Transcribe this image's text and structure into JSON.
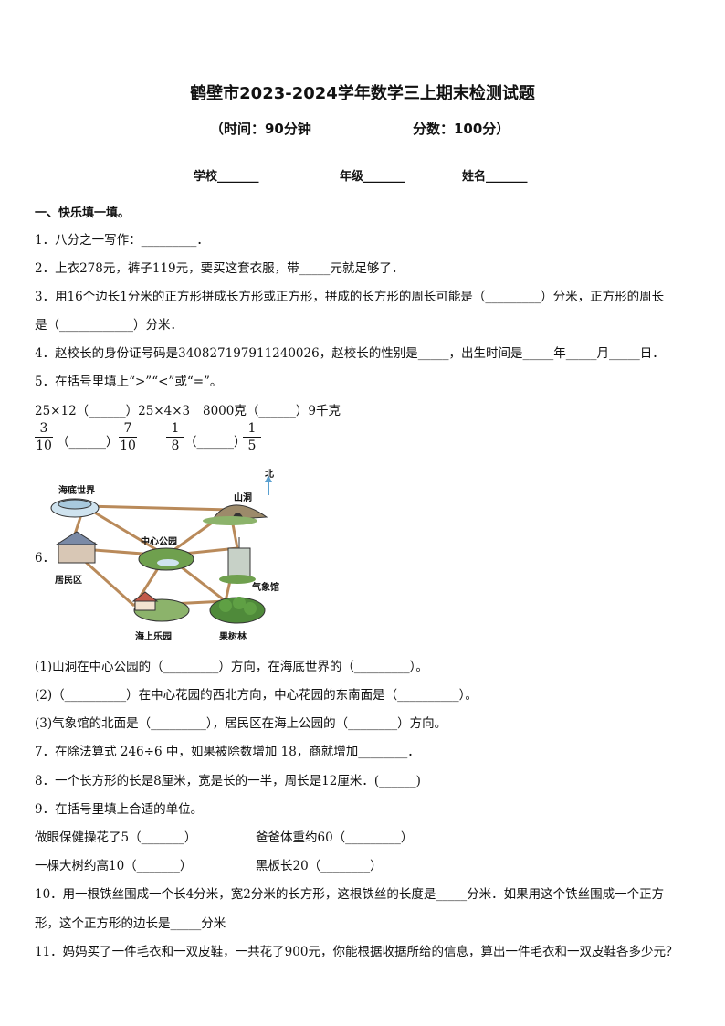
{
  "header": {
    "title": "鹤壁市2023-2024学年数学三上期末检测试题",
    "time": "（时间：90分钟",
    "score": "分数：100分）",
    "school": "学校_______",
    "grade": "年级_______",
    "name": "姓名_______"
  },
  "section1": "一、快乐填一填。",
  "questions": {
    "q1": "1．八分之一写作：_________．",
    "q2": "2．上衣278元，裤子119元，要买这套衣服，带_____元就足够了．",
    "q3a": "3．用16个边长1分米的正方形拼成长方形或正方形，拼成的长方形的周长可能是（_________）分米，正方形的周长",
    "q3b": "是（____________）分米．",
    "q4": "4．赵校长的身份证号码是340827197911240026，赵校长的性别是_____，出生时间是_____年_____月_____日．",
    "q5": "5．在括号里填上“>”“<”或“=”。",
    "q5_row1a": "25×12（______）25×4×3",
    "q5_row1b": "8000克（______）9千克",
    "q5_frac1_num": "3",
    "q5_frac1_den": "10",
    "q5_frac2_num": "7",
    "q5_frac2_den": "10",
    "q5_frac3_num": "1",
    "q5_frac3_den": "8",
    "q5_frac4_num": "1",
    "q5_frac4_den": "5",
    "q5_blank": "（______）",
    "q6": "6．",
    "q6_1": "(1)山洞在中心公园的（_________）方向，在海底世界的（_________）。",
    "q6_2": "(2)（__________）在中心花园的西北方向，中心花园的东南面是（__________）。",
    "q6_3": "(3)气象馆的北面是（_________），居民区在海上公园的（________）方向。",
    "q7": "7．在除法算式 246÷6 中，如果被除数增加 18，商就增加________．",
    "q8": "8．一个长方形的长是8厘米，宽是长的一半，周长是12厘米．(______)",
    "q9": "9．在括号里填上合适的单位。",
    "q9_1": "做眼保健操花了5（_______）",
    "q9_2": "爸爸体重约60（_________）",
    "q9_3": "一棵大树约高10（_______）",
    "q9_4": "黑板长20（________）",
    "q10a": "10．用一根铁丝围成一个长4分米，宽2分米的长方形，这根铁丝的长度是_____分米．如果用这个铁丝围成一个正方",
    "q10b": "形，这个正方形的边长是_____分米",
    "q11": "11．妈妈买了一件毛衣和一双皮鞋，一共花了900元，你能根据收据所给的信息，算出一件毛衣和一双皮鞋各多少元？"
  },
  "map": {
    "north": "北",
    "undersea_world": "海底世界",
    "cave": "山洞",
    "central_park": "中心公园",
    "residential": "居民区",
    "weather_station": "气象馆",
    "sea_park": "海上乐园",
    "orchard": "果树林"
  }
}
